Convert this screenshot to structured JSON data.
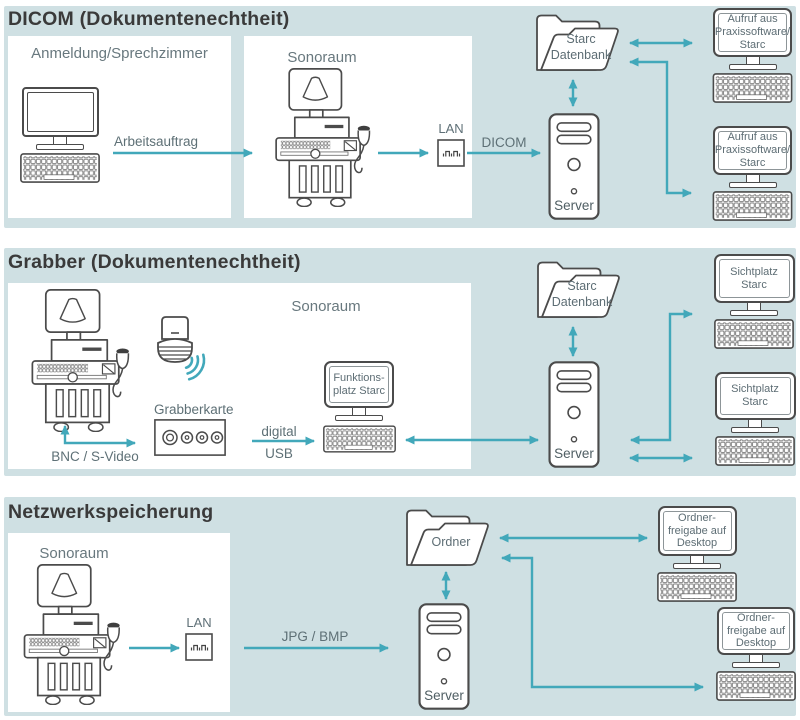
{
  "colors": {
    "panel_bg": "#cfe0e3",
    "arrow": "#42a8ba",
    "outline": "#4b4b4b",
    "label_text": "#5e7076",
    "title_text": "#3a3a3a"
  },
  "panel1": {
    "title": "DICOM (Dokumentenechtheit)",
    "room1": "Anmeldung/Sprechzimmer",
    "room2": "Sonoraum",
    "arrow_arbeitsauftrag": "Arbeitsauftrag",
    "lan": "LAN",
    "arrow_dicom": "DICOM",
    "folder": "Starc\nDatenbank",
    "server": "Server",
    "ws1": "Aufruf aus\nPraxissoftware/\nStarc",
    "ws2": "Aufruf aus\nPraxissoftware/\nStarc"
  },
  "panel2": {
    "title": "Grabber (Dokumentenechtheit)",
    "room": "Sonoraum",
    "bnc": "BNC / S-Video",
    "grabberkarte": "Grabberkarte",
    "digital": "digital",
    "usb": "USB",
    "funktionsplatz": "Funktions-\nplatz Starc",
    "folder": "Starc\nDatenbank",
    "server": "Server",
    "ws1": "Sichtplatz\nStarc",
    "ws2": "Sichtplatz\nStarc"
  },
  "panel3": {
    "title": "Netzwerkspeicherung",
    "room": "Sonoraum",
    "lan": "LAN",
    "arrow_jpg": "JPG / BMP",
    "folder": "Ordner",
    "server": "Server",
    "ws1": "Ordner-\nfreigabe auf\nDesktop",
    "ws2": "Ordner-\nfreigabe auf\nDesktop"
  }
}
